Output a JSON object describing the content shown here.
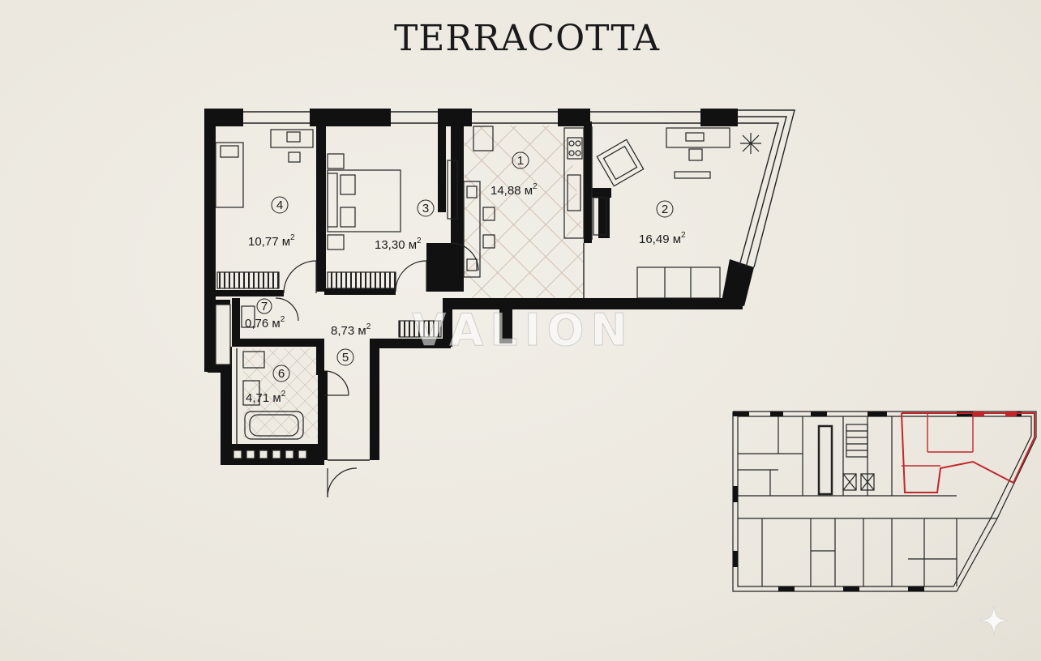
{
  "title": "TERRACOTTA",
  "watermark": "VALION",
  "area_unit": "м",
  "area_exp": "2",
  "rooms": [
    {
      "num": "1",
      "area": "14,88"
    },
    {
      "num": "2",
      "area": "16,49"
    },
    {
      "num": "3",
      "area": "13,30"
    },
    {
      "num": "4",
      "area": "10,77"
    },
    {
      "num": "5",
      "area": "8,73"
    },
    {
      "num": "6",
      "area": "4,71"
    },
    {
      "num": "7",
      "area": "0,76"
    }
  ],
  "colors": {
    "wall": "#111111",
    "highlight": "#c0272d",
    "paper": "#eeebe3"
  },
  "icons": [
    "plant-icon",
    "sparkle-icon"
  ]
}
